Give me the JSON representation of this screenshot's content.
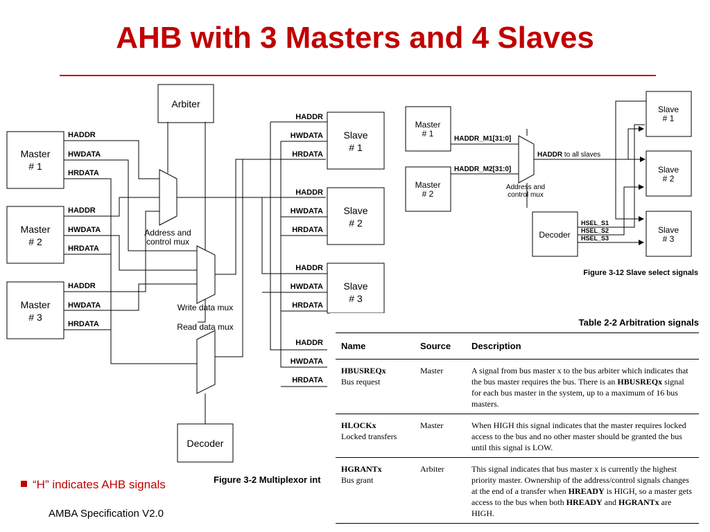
{
  "slide": {
    "title": "AHB with 3 Masters and 4 Slaves",
    "bullet": "“H” indicates AHB signals",
    "footer": "AMBA Specification V2.0"
  },
  "fig_left": {
    "arbiter": "Arbiter",
    "decoder": "Decoder",
    "masters": [
      {
        "line1": "Master",
        "line2": "# 1"
      },
      {
        "line1": "Master",
        "line2": "# 2"
      },
      {
        "line1": "Master",
        "line2": "# 3"
      }
    ],
    "slaves": [
      {
        "line1": "Slave",
        "line2": "# 1"
      },
      {
        "line1": "Slave",
        "line2": "# 2"
      },
      {
        "line1": "Slave",
        "line2": "# 3"
      }
    ],
    "sig_haddr": "HADDR",
    "sig_hwdata": "HWDATA",
    "sig_hrdata": "HRDATA",
    "addr_mux_line1": "Address and",
    "addr_mux_line2": "control mux",
    "write_mux": "Write data mux",
    "read_mux": "Read data mux",
    "caption": "Figure 3-2 Multiplexor int"
  },
  "fig_right": {
    "master1": {
      "line1": "Master",
      "line2": "# 1"
    },
    "master2": {
      "line1": "Master",
      "line2": "# 2"
    },
    "haddr_m1": "HADDR_M1[31:0]",
    "haddr_m2": "HADDR_M2[31:0]",
    "haddr_bold": "HADDR",
    "haddr_suffix": " to all slaves",
    "mux_line1": "Address and",
    "mux_line2": "control mux",
    "decoder": "Decoder",
    "hsel": [
      "HSEL_S1",
      "HSEL_S2",
      "HSEL_S3"
    ],
    "slaves": [
      {
        "line1": "Slave",
        "line2": "# 1"
      },
      {
        "line1": "Slave",
        "line2": "# 2"
      },
      {
        "line1": "Slave",
        "line2": "# 3"
      }
    ],
    "caption": "Figure 3-12 Slave select signals"
  },
  "table": {
    "caption": "Table 2-2 Arbitration signals",
    "headers": [
      "Name",
      "Source",
      "Description"
    ],
    "rows": [
      {
        "name": "HBUSREQx",
        "name_sub": "Bus request",
        "source": "Master",
        "d1": "A signal from bus master x to the bus arbiter which indicates that the bus master requires the bus. There is an ",
        "d_bold1": "HBUSREQx",
        "d2": " signal for each bus master in the system, up to a maximum of 16 bus masters."
      },
      {
        "name": "HLOCKx",
        "name_sub": "Locked transfers",
        "source": "Master",
        "d1": "When HIGH this signal indicates that the master requires locked access to the bus and no other master should be granted the bus until this signal is LOW."
      },
      {
        "name": "HGRANTx",
        "name_sub": "Bus grant",
        "source": "Arbiter",
        "d1": "This signal indicates that bus master x is currently the highest priority master. Ownership of the address/control signals changes at the end of a transfer when ",
        "d_bold1": "HREADY",
        "d2": " is HIGH, so a master gets access to the bus when both ",
        "d_bold2": "HREADY",
        "d3": " and ",
        "d_bold3": "HGRANTx",
        "d4": " are HIGH."
      }
    ]
  }
}
